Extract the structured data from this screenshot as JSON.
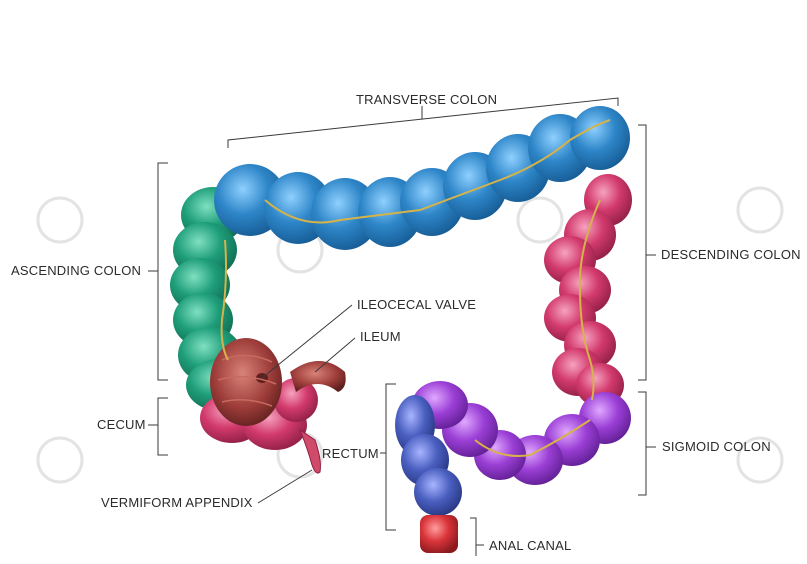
{
  "labels": {
    "transverse_colon": "TRANSVERSE COLON",
    "ascending_colon": "ASCENDING COLON",
    "descending_colon": "DESCENDING COLON",
    "ileocecal_valve": "ILEOCECAL VALVE",
    "ileum": "ILEUM",
    "cecum": "CECUM",
    "sigmoid_colon": "SIGMOID COLON",
    "rectum": "RECTUM",
    "vermiform_appendix": "VERMIFORM APPENDIX",
    "anal_canal": "ANAL CANAL"
  },
  "colors": {
    "transverse": "#2e86c8",
    "ascending": "#1f9e7a",
    "descending": "#d23a6c",
    "sigmoid": "#9b3fd6",
    "rectum": "#4a5fc0",
    "anal_canal": "#d9343a",
    "cecum": "#d84068",
    "ileum": "#9e3d3a",
    "vessels": "#d6b34a",
    "line": "#3a3a3a"
  }
}
